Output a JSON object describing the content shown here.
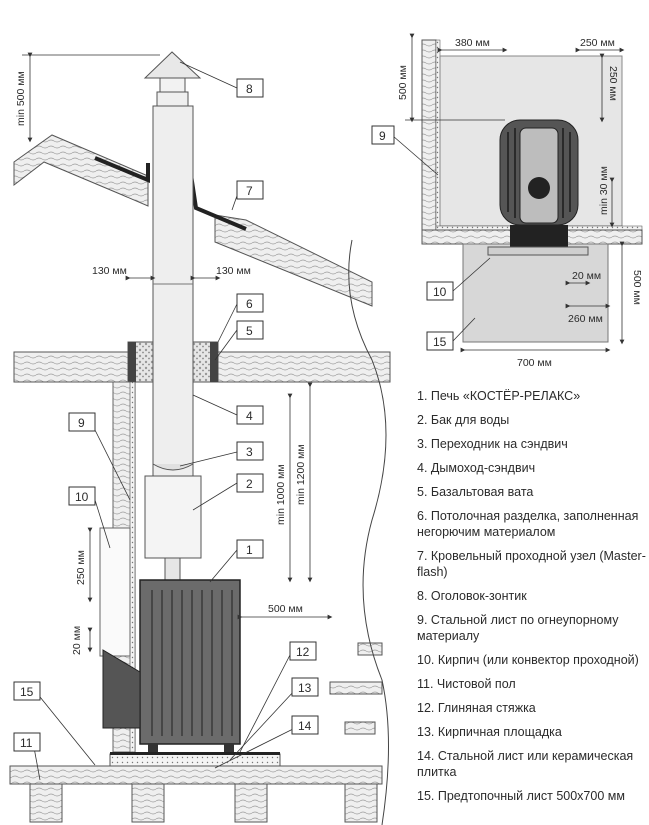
{
  "callouts": [
    "1",
    "2",
    "3",
    "4",
    "5",
    "6",
    "7",
    "8",
    "9",
    "10",
    "11",
    "12",
    "13",
    "14",
    "15"
  ],
  "dimensions": {
    "roof_clearance": "min 500 мм",
    "gap_left": "130 мм",
    "gap_right": "130 мм",
    "height_250": "250 мм",
    "height_20": "20 мм",
    "height_1000": "min 1000 мм",
    "height_1200": "min 1200 мм",
    "side_500": "500 мм",
    "plan_380": "380 мм",
    "plan_250_top": "250 мм",
    "plan_500_left": "500 мм",
    "plan_250_right": "250 мм",
    "plan_30": "min 30 мм",
    "plan_20": "20 мм",
    "plan_260": "260 мм",
    "plan_500_right": "500 мм",
    "plan_700": "700 мм"
  },
  "legend": [
    "1. Печь «КОСТЁР-РЕЛАКС»",
    "2. Бак для воды",
    "3. Переходник на сэндвич",
    "4. Дымоход-сэндвич",
    "5. Базальтовая вата",
    "6. Потолочная разделка, заполненная негорючим материалом",
    "7. Кровельный проходной узел (Master-flash)",
    "8. Оголовок-зонтик",
    "9. Стальной лист по огнеупорному материалу",
    "10. Кирпич (или конвектор проходной)",
    "11. Чистовой пол",
    "12. Глиняная  стяжка",
    "13. Кирпичная площадка",
    "14. Стальной лист или керамическая плитка",
    "15. Предтопочный лист 500x700 мм"
  ]
}
